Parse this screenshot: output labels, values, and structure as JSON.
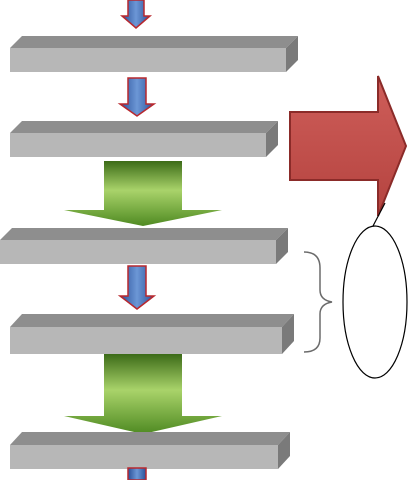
{
  "diagram": {
    "colors": {
      "box_front": "#b7b7b7",
      "box_top": "#8e8e8e",
      "box_side": "#7a7a7a",
      "blue_arrow_light": "#6c97d6",
      "blue_arrow_dark": "#2a4f97",
      "blue_arrow_outline": "#b8282e",
      "green_arrow_light": "#a9d36a",
      "green_arrow_dark": "#3c6b18",
      "red_arrow_fill": "#c0504d",
      "red_arrow_outline": "#8b2b29",
      "ellipse_outline": "#000000",
      "brace_outline": "#6b6b6b"
    },
    "boxes": [
      {
        "name": "box-1",
        "label": ""
      },
      {
        "name": "box-2",
        "label": ""
      },
      {
        "name": "box-3",
        "label": ""
      },
      {
        "name": "box-4",
        "label": ""
      },
      {
        "name": "box-5",
        "label": ""
      }
    ],
    "callout": {
      "label": ""
    }
  }
}
